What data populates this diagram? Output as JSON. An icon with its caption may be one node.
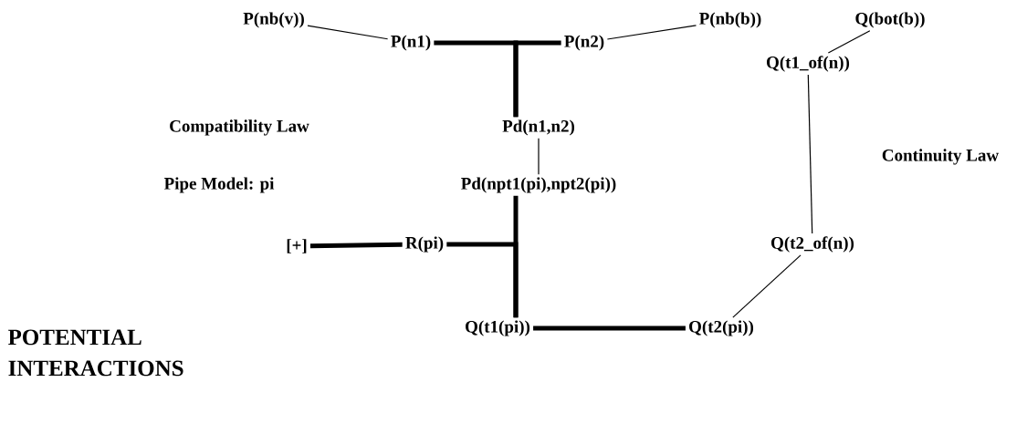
{
  "diagram": {
    "nodes": [
      {
        "text": [
          "P(nb(v))"
        ]
      },
      {
        "text": [
          "P(n1)"
        ]
      },
      {
        "text": [
          "P(n2)"
        ]
      },
      {
        "text": [
          "P(nb(b))"
        ]
      },
      {
        "text": [
          "Q(bot(b))"
        ]
      },
      {
        "text": [
          "Q(t1_of(n))"
        ]
      },
      {
        "text": [
          "Pd(n1,n2)"
        ]
      },
      {
        "text": [
          "Pd(npt1(pi),npt2(pi))"
        ]
      },
      {
        "text": [
          "[+]"
        ]
      },
      {
        "text": [
          "R(pi)"
        ]
      },
      {
        "text": [
          "Q(t2_of(n))"
        ]
      },
      {
        "text": [
          "Q(t1(pi))"
        ]
      },
      {
        "text": [
          "Q(t2(pi))"
        ]
      }
    ],
    "edges": [
      {
        "from": 0,
        "to": 1,
        "arrow": "none"
      },
      {
        "from": 1,
        "to": 6,
        "arrow": "none",
        "style": "thick"
      },
      {
        "from": 2,
        "to": 6,
        "arrow": "none",
        "style": "thick"
      },
      {
        "from": 2,
        "to": 3,
        "arrow": "none"
      },
      {
        "from": 5,
        "to": 4,
        "arrow": "none"
      },
      {
        "from": 6,
        "to": 7,
        "arrow": "none"
      },
      {
        "from": 7,
        "to": 11,
        "arrow": "none",
        "style": "thick"
      },
      {
        "from": 9,
        "to": 11,
        "arrow": "none",
        "style": "thick"
      },
      {
        "from": 8,
        "to": 9,
        "arrow": "none",
        "style": "thick"
      },
      {
        "from": 5,
        "to": 10,
        "arrow": "none"
      },
      {
        "from": 10,
        "to": 12,
        "arrow": "none"
      },
      {
        "from": 11,
        "to": 12,
        "arrow": "none",
        "style": "thick"
      }
    ],
    "labels": [
      "Compatibility Law",
      "Continuity Law",
      "Pipe Model: pi",
      "POTENTIAL INTERACTIONS"
    ]
  }
}
